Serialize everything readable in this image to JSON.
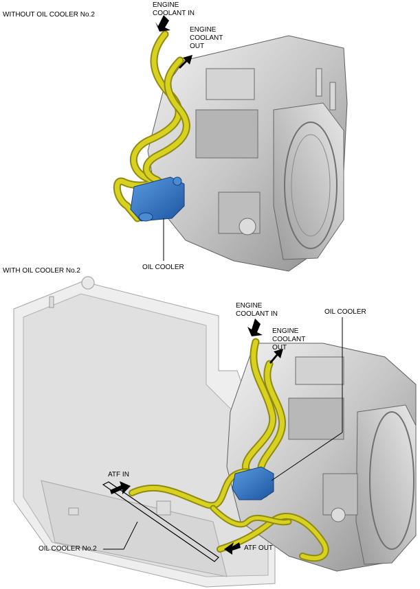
{
  "sections": {
    "top_title": "WITHOUT OIL COOLER No.2",
    "bottom_title": "WITH OIL COOLER No.2"
  },
  "labels": {
    "top_coolant_in": [
      "ENGINE",
      "COOLANT IN"
    ],
    "top_coolant_out": [
      "ENGINE",
      "COOLANT",
      "OUT"
    ],
    "top_oil_cooler": "OIL COOLER",
    "bottom_coolant_in": [
      "ENGINE",
      "COOLANT IN"
    ],
    "bottom_coolant_out": [
      "ENGINE",
      "COOLANT",
      "OUT"
    ],
    "bottom_oil_cooler": "OIL COOLER",
    "atf_in": "ATF IN",
    "atf_out": "ATF OUT",
    "oil_cooler_no2": "OIL COOLER No.2"
  },
  "colors": {
    "hose": "#c9c21a",
    "hose_dark": "#8f8a12",
    "cooler": "#2f74c6",
    "transmission": "#c9c9c9",
    "radiator": "#e4e4e4",
    "arrow": "#000000"
  }
}
